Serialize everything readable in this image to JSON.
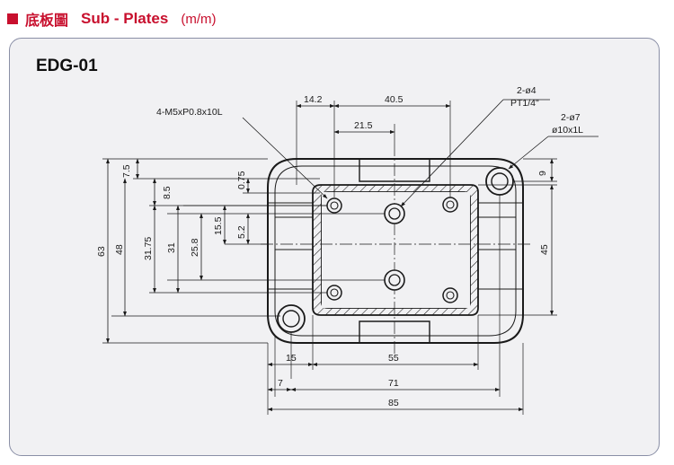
{
  "header": {
    "chinese_title": "底板圖",
    "title": "Sub - Plates",
    "unit": "(m/m)"
  },
  "model": "EDG-01",
  "callouts": {
    "thread": "4-M5xP0.8x10L",
    "port_line1": "2-ø4",
    "port_line2": "PT1/4\"",
    "mount_line1": "2-ø7",
    "mount_line2": "ø10x1L"
  },
  "dimensions": {
    "top_14_2": "14.2",
    "top_40_5": "40.5",
    "top_21_5": "21.5",
    "left_7_5": "7.5",
    "left_8_5": "8.5",
    "left_0_75": "0.75",
    "left_63": "63",
    "left_48": "48",
    "left_31_75": "31.75",
    "left_31": "31",
    "left_25_8": "25.8",
    "left_15_5": "15.5",
    "left_5_2": "5.2",
    "right_9": "9",
    "right_45": "45",
    "bottom_15": "15",
    "bottom_55": "55",
    "bottom_7": "7",
    "bottom_71": "71",
    "bottom_85": "85"
  },
  "colors": {
    "accent": "#c8102e",
    "panel_bg": "#f1f1f3",
    "line": "#1a1a1a"
  }
}
